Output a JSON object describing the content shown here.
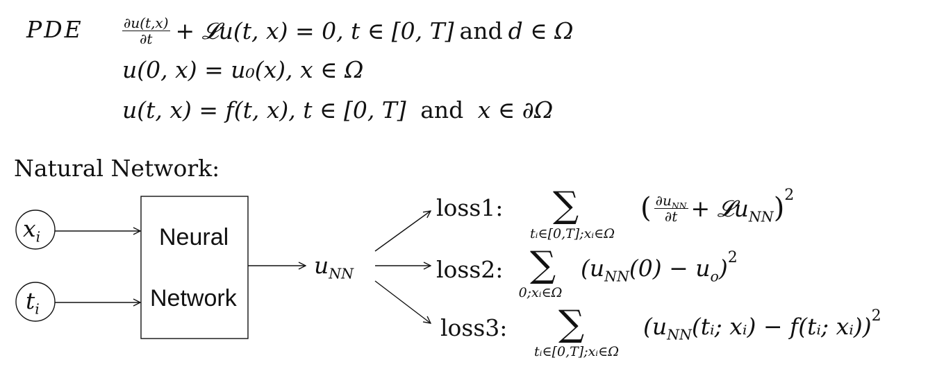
{
  "pde": {
    "label": "PDE",
    "eq1": {
      "frac_num": "∂u(t,x)",
      "frac_den": "∂t",
      "rest_math": "+ 𝓛u(t, x) = 0, t ∈ [0, T]",
      "and": "and",
      "tail_math": "d ∈ Ω"
    },
    "eq2": "u(0, x) = u₀(x), x ∈ Ω",
    "eq3": {
      "left": "u(t, x) = f(t, x), t ∈ [0, T]",
      "and": "and",
      "right": "x ∈ ∂Ω"
    }
  },
  "network_heading": "Natural Network:",
  "inputs": [
    {
      "symbol": "x",
      "sub": "i"
    },
    {
      "symbol": "t",
      "sub": "i"
    }
  ],
  "network_box": {
    "line1": "Neural",
    "line2": "Network"
  },
  "output": {
    "symbol": "u",
    "sub": "NN"
  },
  "losses": [
    {
      "label": "loss1:",
      "sum_symbol": "∑",
      "limits": "tᵢ∈[0,T];xᵢ∈Ω",
      "frac_num": "∂u",
      "frac_num_sub": "NN",
      "frac_den": "∂t",
      "term_rest": "+ 𝓛u",
      "term_rest_sub": "NN",
      "power": "2"
    },
    {
      "label": "loss2:",
      "sum_symbol": "∑",
      "limits": "0;xᵢ∈Ω",
      "term": "(u",
      "term_sub": "NN",
      "term_rest": "(0) − u",
      "term_rest_sub": "o",
      "close": ")",
      "power": "2"
    },
    {
      "label": "loss3:",
      "sum_symbol": "∑",
      "limits": "tᵢ∈[0,T];xᵢ∈Ω",
      "term": "(u",
      "term_sub": "NN",
      "term_rest": "(tᵢ; xᵢ) − f(tᵢ; xᵢ))",
      "power": "2"
    }
  ]
}
